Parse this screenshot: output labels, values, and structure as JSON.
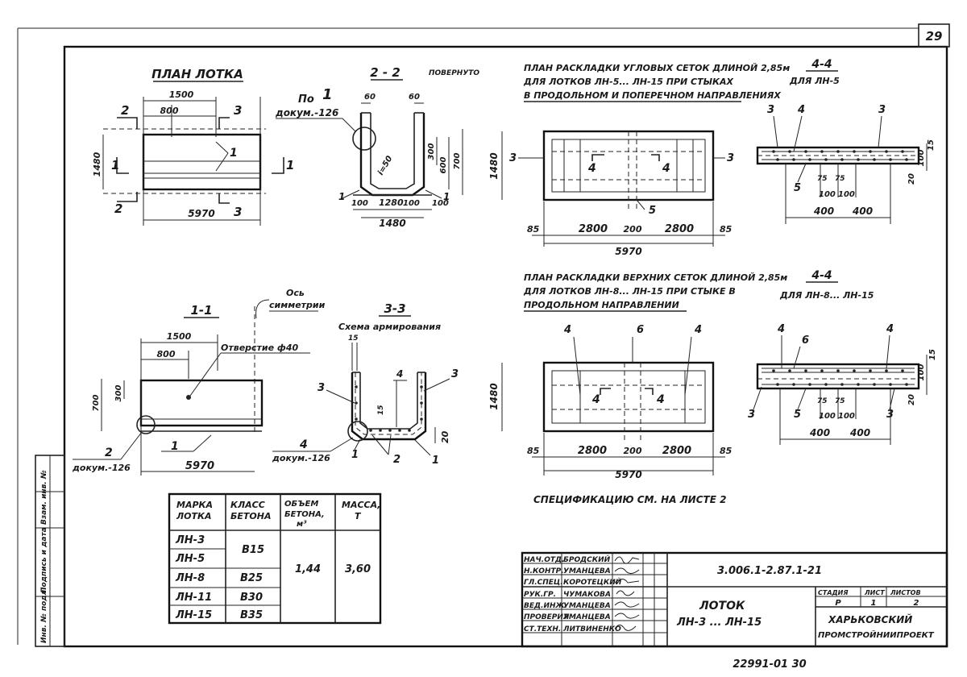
{
  "sheet_number": "29",
  "bottom_code": "22991-01   30",
  "views": {
    "plan": {
      "title": "ПЛАН ЛОТКА",
      "dim_total": "5970",
      "dim_top": "1500",
      "dim_800": "800",
      "dim_width": "1480",
      "section_2": "2",
      "section_3": "3",
      "section_1": "1",
      "callout_1": "1"
    },
    "sec22": {
      "title": "2 - 2",
      "note": "ПОВЕРНУТО",
      "ref_label": "По",
      "ref_num": "1",
      "ref_doc": "докум.-126",
      "d60a": "60",
      "d60b": "60",
      "d300": "300",
      "d600": "600",
      "d700": "700",
      "i50": "i=50",
      "d100a": "100",
      "d1280": "1280",
      "d100b": "100",
      "d100c": "100",
      "d1480": "1480",
      "c1a": "1",
      "c1b": "1"
    },
    "corner": {
      "title_l1": "ПЛАН РАСКЛАДКИ УГЛОВЫХ СЕТОК ДЛИНОЙ 2,85м",
      "title_l2": "ДЛЯ ЛОТКОВ ЛН-5... ЛН-15 ПРИ СТЫКАХ",
      "title_l3": "В ПРОДОЛЬНОМ И ПОПЕРЕЧНОМ НАПРАВЛЕНИЯХ",
      "d1480": "1480",
      "d85a": "85",
      "d2800a": "2800",
      "d200": "200",
      "d2800b": "2800",
      "d85b": "85",
      "d5970": "5970",
      "m3a": "3",
      "m3b": "3",
      "m4a": "4",
      "m4b": "4",
      "m5": "5"
    },
    "sec44a": {
      "title": "4-4",
      "sub": "ДЛЯ ЛН-5",
      "m3a": "3",
      "m4": "4",
      "m3b": "3",
      "m5": "5",
      "d15": "15",
      "d100": "100",
      "d20": "20",
      "d75a": "75",
      "d75b": "75",
      "d100a": "100",
      "d100b": "100",
      "d400a": "400",
      "d400b": "400"
    },
    "sec11": {
      "title": "1-1",
      "axis_l1": "Ось",
      "axis_l2": "симметрии",
      "d1500": "1500",
      "d800": "800",
      "hole": "Отверстие ф40",
      "d300": "300",
      "d700": "700",
      "c2": "2",
      "ref_doc": "докум.-126",
      "c1": "1",
      "d5970": "5970"
    },
    "sec33": {
      "title": "3-3",
      "sub": "Схема армирования",
      "d15a": "15",
      "m4": "4",
      "m3a": "3",
      "m3b": "3",
      "d15b": "15",
      "c4": "4",
      "ref_doc": "докум.-126",
      "m1a": "1",
      "m2": "2",
      "m1b": "1",
      "d20": "20"
    },
    "top": {
      "title_l1": "ПЛАН РАСКЛАДКИ ВЕРХНИХ СЕТОК ДЛИНОЙ 2,85м",
      "title_l2": "ДЛЯ ЛОТКОВ ЛН-8... ЛН-15 ПРИ СТЫКЕ В",
      "title_l3": "ПРОДОЛЬНОМ НАПРАВЛЕНИИ",
      "d1480": "1480",
      "m4a": "4",
      "m6": "6",
      "m4b": "4",
      "m4c": "4",
      "m4d": "4",
      "d85a": "85",
      "d2800a": "2800",
      "d200": "200",
      "d2800b": "2800",
      "d85b": "85",
      "d5970": "5970"
    },
    "sec44b": {
      "title": "4-4",
      "sub": "ДЛЯ ЛН-8... ЛН-15",
      "m4a": "4",
      "m6": "6",
      "m4b": "4",
      "m3a": "3",
      "m5": "5",
      "m3b": "3",
      "d15": "15",
      "d100": "100",
      "d20": "20",
      "d75a": "75",
      "d75b": "75",
      "d100a": "100",
      "d100b": "100",
      "d400a": "400",
      "d400b": "400"
    }
  },
  "spec_note": "СПЕЦИФИКАЦИЮ СМ. НА ЛИСТЕ 2",
  "table": {
    "headers": [
      "МАРКА ЛОТКА",
      "КЛАСС БЕТОНА",
      "ОБЪЕМ БЕТОНА, м³",
      "МАССА, Т"
    ],
    "rows": [
      {
        "mark": "ЛН-3",
        "cls": "В15"
      },
      {
        "mark": "ЛН-5",
        "cls": ""
      },
      {
        "mark": "ЛН-8",
        "cls": "В25"
      },
      {
        "mark": "ЛН-11",
        "cls": "В30"
      },
      {
        "mark": "ЛН-15",
        "cls": "В35"
      }
    ],
    "volume": "1,44",
    "mass": "3,60"
  },
  "left_strip": [
    "Инв. № подл.",
    "Подпись и дата",
    "Взам. инв. №"
  ],
  "title_block": {
    "code": "3.006.1-2.87.1-21",
    "roles": [
      "НАЧ.ОТД.",
      "Н.КОНТР.",
      "ГЛ.СПЕЦ.",
      "РУК.ГР.",
      "ВЕД.ИНЖ.",
      "ПРОВЕРИЛ",
      "СТ.ТЕХН."
    ],
    "names": [
      "БРОДСКИЙ",
      "УМАНЦЕВА",
      "КОРОТЕЦКИЙ",
      "ЧУМАКОВА",
      "УМАНЦЕВА",
      "УМАНЦЕВА",
      "ЛИТВИНЕНКО"
    ],
    "doc_l1": "ЛОТОК",
    "doc_l2": "ЛН-3 ... ЛН-15",
    "stage_hdr": "СТАДИЯ",
    "sheet_hdr": "ЛИСТ",
    "sheets_hdr": "ЛИСТОВ",
    "stage": "Р",
    "sheet": "1",
    "sheets": "2",
    "org_l1": "ХАРЬКОВСКИЙ",
    "org_l2": "ПРОМСТРОЙНИИПРОЕКТ"
  }
}
